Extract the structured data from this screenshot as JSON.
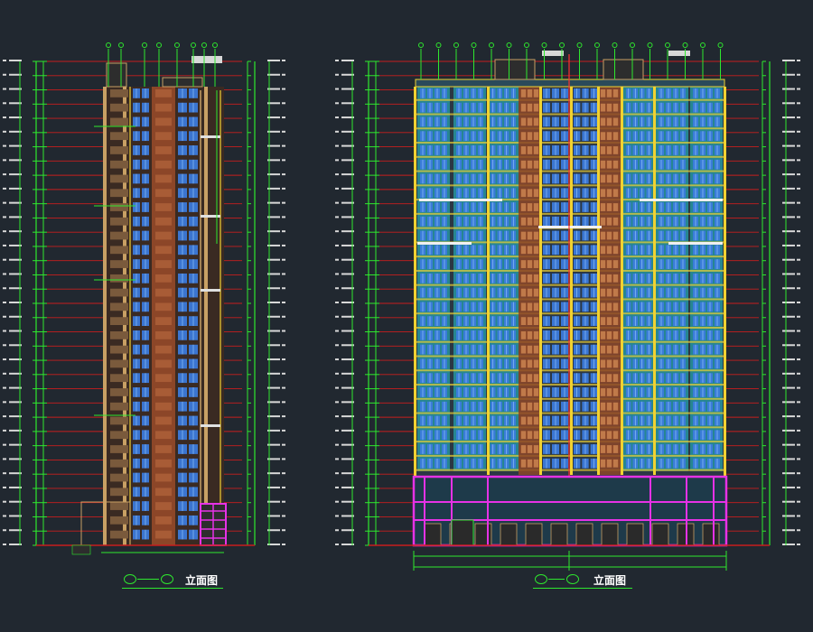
{
  "drawings": [
    {
      "id": "elevation-left",
      "title": "立面图",
      "axis_start": "",
      "axis_end": "",
      "floors": 34
    },
    {
      "id": "elevation-right",
      "title": "立面图",
      "axis_start": "",
      "axis_end": "",
      "floors": 34
    }
  ],
  "colors": {
    "background": "#212830",
    "dimension": "#2ee82e",
    "level_line": "#c81e1e",
    "window": "#3c7ce0",
    "wall_cyan": "#22c8d2",
    "wall_yellow": "#f0d232",
    "wall_tan": "#c8a064",
    "core_brown": "#8c4628",
    "base_magenta": "#e632e6",
    "text": "#ffffff"
  }
}
